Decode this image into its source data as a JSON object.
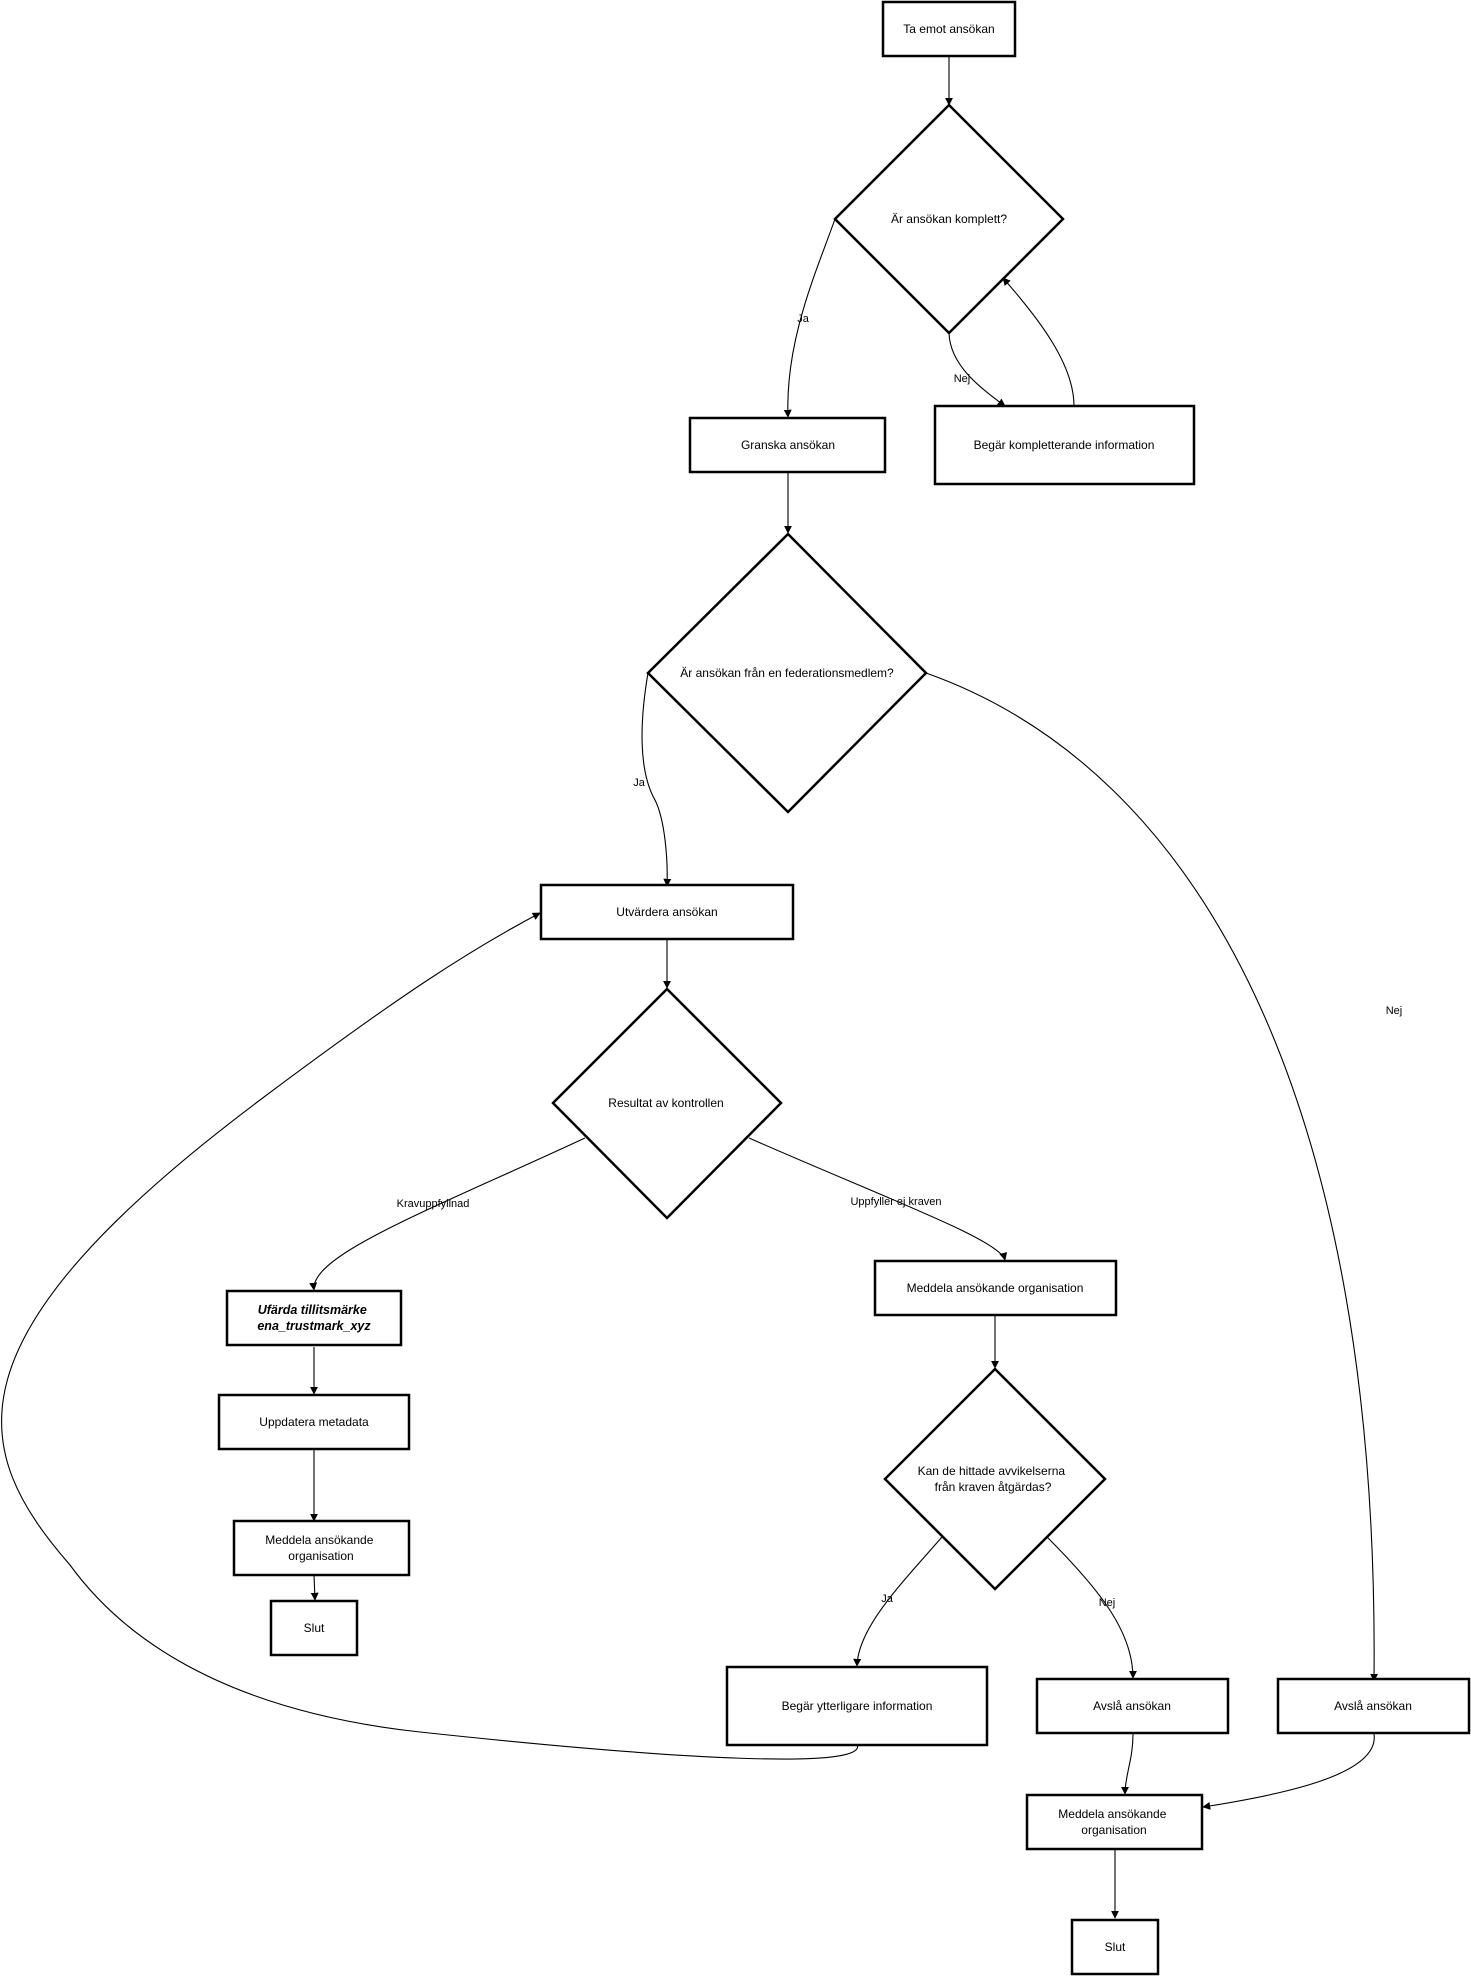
{
  "nodes": {
    "receive": {
      "lines": [
        "Ta emot ansökan"
      ]
    },
    "is_complete": {
      "lines": [
        "Är ansökan komplett?"
      ]
    },
    "review": {
      "lines": [
        "Granska ansökan"
      ]
    },
    "request_info": {
      "lines": [
        "Begär kompletterande information"
      ]
    },
    "is_member": {
      "lines": [
        "Är ansökan från en federationsmedlem?"
      ]
    },
    "evaluate": {
      "lines": [
        "Utvärdera ansökan"
      ]
    },
    "result": {
      "lines": [
        "Resultat av kontrollen"
      ]
    },
    "issue_trustmark": {
      "lines": [
        "Ufärda tillitsmärke",
        "ena_trustmark_xyz"
      ]
    },
    "update_metadata": {
      "lines": [
        "Uppdatera metadata"
      ]
    },
    "notify_left": {
      "lines": [
        "Meddela ansökande",
        "organisation"
      ]
    },
    "end_left": {
      "lines": [
        "Slut"
      ]
    },
    "notify_mid": {
      "lines": [
        "Meddela ansökande organisation"
      ]
    },
    "can_fix": {
      "lines": [
        "Kan de hittade avvikelserna",
        "från kraven åtgärdas?"
      ]
    },
    "request_more": {
      "lines": [
        "Begär ytterligare information"
      ]
    },
    "reject_mid": {
      "lines": [
        "Avslå ansökan"
      ]
    },
    "reject_right": {
      "lines": [
        "Avslå ansökan"
      ]
    },
    "notify_bottom": {
      "lines": [
        "Meddela ansökande",
        "organisation"
      ]
    },
    "end_bottom": {
      "lines": [
        "Slut"
      ]
    }
  },
  "edge_labels": {
    "complete_yes": "Ja",
    "complete_no": "Nej",
    "member_yes": "Ja",
    "member_no": "Nej",
    "result_pass": "Kravuppfyllnad",
    "result_fail": "Uppfyller ej kraven",
    "fix_yes": "Ja",
    "fix_no": "Nej"
  }
}
